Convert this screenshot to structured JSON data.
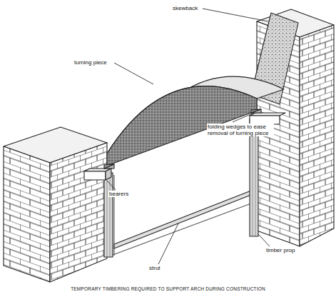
{
  "diagram": {
    "caption": "TEMPORARY TIMBERING REQUIRED TO SUPPORT ARCH DURING CONSTRUCTION",
    "labels": [
      "skewback",
      "turning piece",
      "folding wedges to ease removal of turning piece",
      "bearers",
      "timber prop",
      "strut"
    ]
  }
}
